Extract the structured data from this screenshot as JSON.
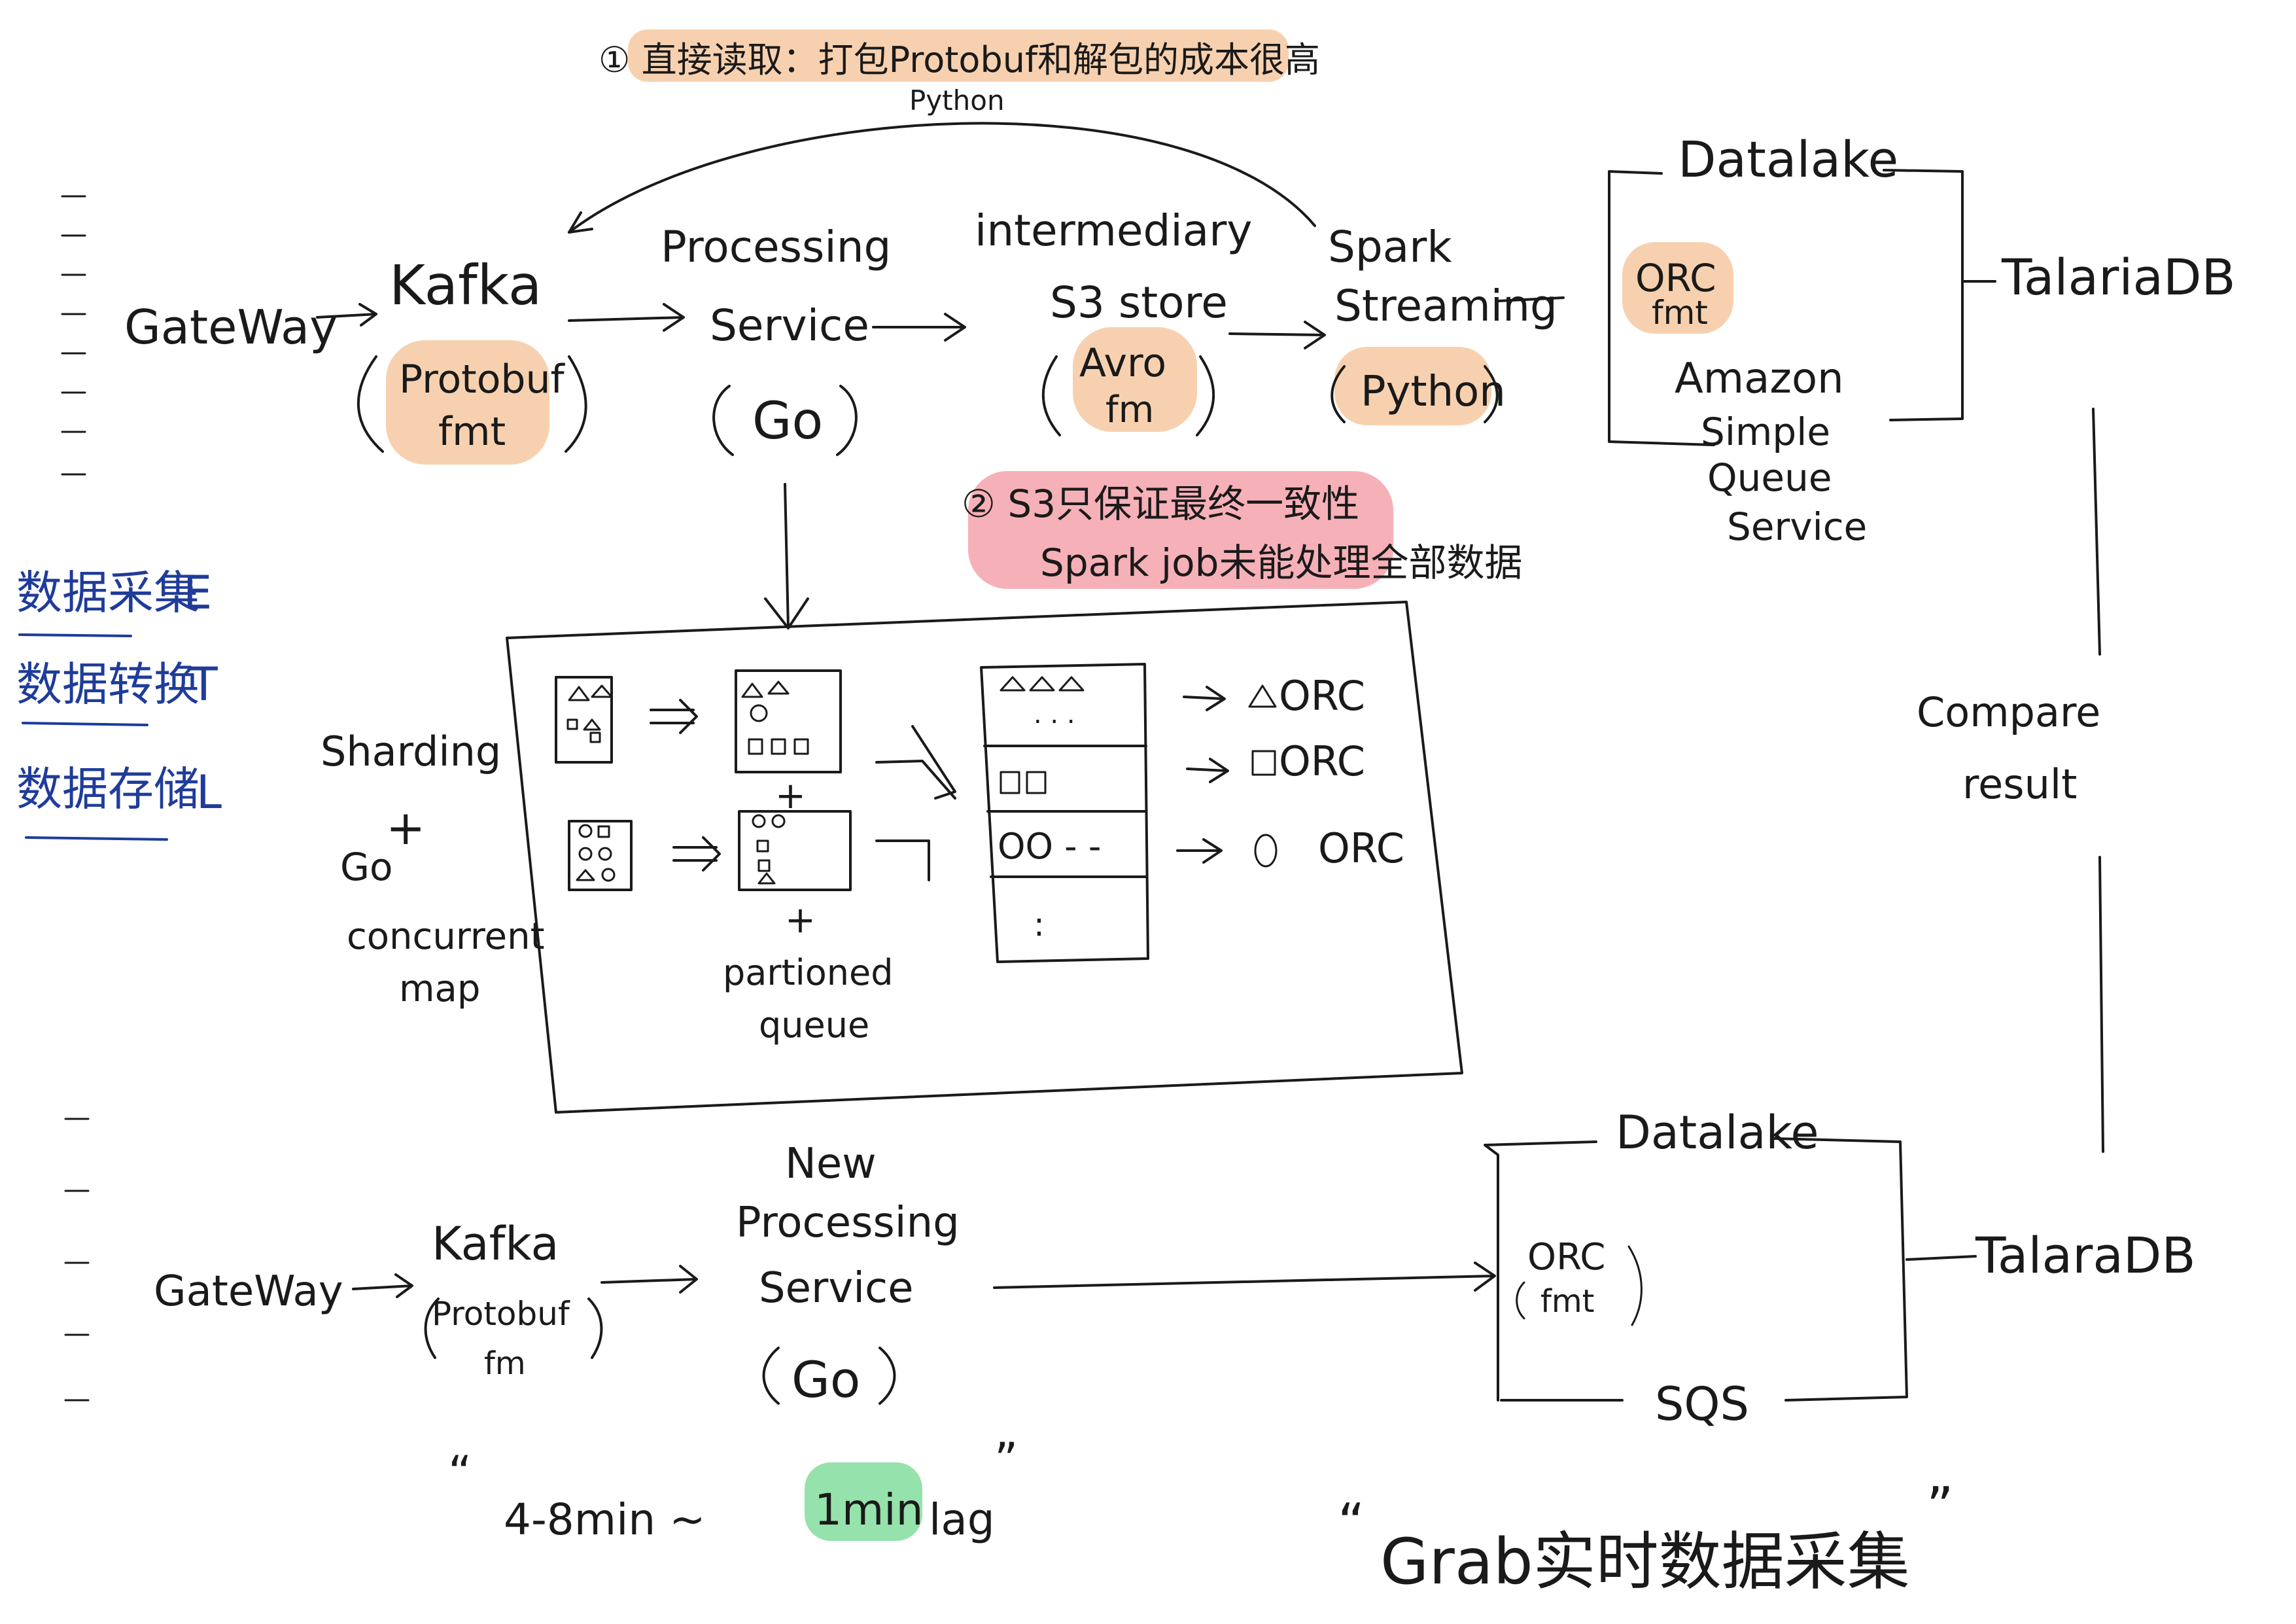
{
  "notes": {
    "note1": "① 直接读取：打包Protobuf和解包的成本很高",
    "note1_sub": "Python",
    "note2_line1": "② S3只保证最终一致性",
    "note2_line2": "Spark job未能处理全部数据"
  },
  "legend": {
    "collect": "数据采集",
    "collect_letter": "E",
    "transform": "数据转换",
    "transform_letter": "T",
    "store": "数据存储",
    "store_letter": "L"
  },
  "top_flow": {
    "gateway": "GateWay",
    "kafka": "Kafka",
    "kafka_fmt_1": "Protobuf",
    "kafka_fmt_2": "fmt",
    "processing_1": "Processing",
    "processing_2": "Service",
    "processing_lang": "Go",
    "s3_1": "intermediary",
    "s3_2": "S3 store",
    "s3_fmt_1": "Avro",
    "s3_fmt_2": "fm",
    "spark_1": "Spark",
    "spark_2": "Streaming",
    "spark_lang": "Python",
    "datalake": "Datalake",
    "orc_1": "ORC",
    "orc_2": "fmt",
    "sqs_1": "Amazon",
    "sqs_2": "Simple",
    "sqs_3": "Queue",
    "sqs_4": "Service",
    "talaria": "TalariaDB"
  },
  "detail": {
    "sharding": "Sharding",
    "plus": "+",
    "go": "Go",
    "concurrent_1": "concurrent",
    "concurrent_2": "map",
    "plus_mid": "+",
    "plus_bottom": "+",
    "partitioned_1": "partioned",
    "partitioned_2": "queue",
    "orc_triangle": "ORC",
    "orc_square": "ORC",
    "orc_circle": "ORC",
    "dots": ". . .",
    "circles_row": "OO - -",
    "vdots": ":"
  },
  "compare": {
    "line1": "Compare",
    "line2": "result"
  },
  "bottom_flow": {
    "gateway": "GateWay",
    "kafka": "Kafka",
    "kafka_fmt_1": "Protobuf",
    "kafka_fmt_2": "fm",
    "new_1": "New",
    "new_2": "Processing",
    "new_3": "Service",
    "new_lang": "Go",
    "datalake": "Datalake",
    "orc_1": "ORC",
    "orc_2": "fmt",
    "sqs": "SQS",
    "talaria": "TalaraDB"
  },
  "footer": {
    "lag_before": "4-8min ~",
    "lag_highlight": "1min",
    "lag_after": "lag",
    "open_quote": "“",
    "close_quote": "”",
    "title": "Grab实时数据采集"
  }
}
